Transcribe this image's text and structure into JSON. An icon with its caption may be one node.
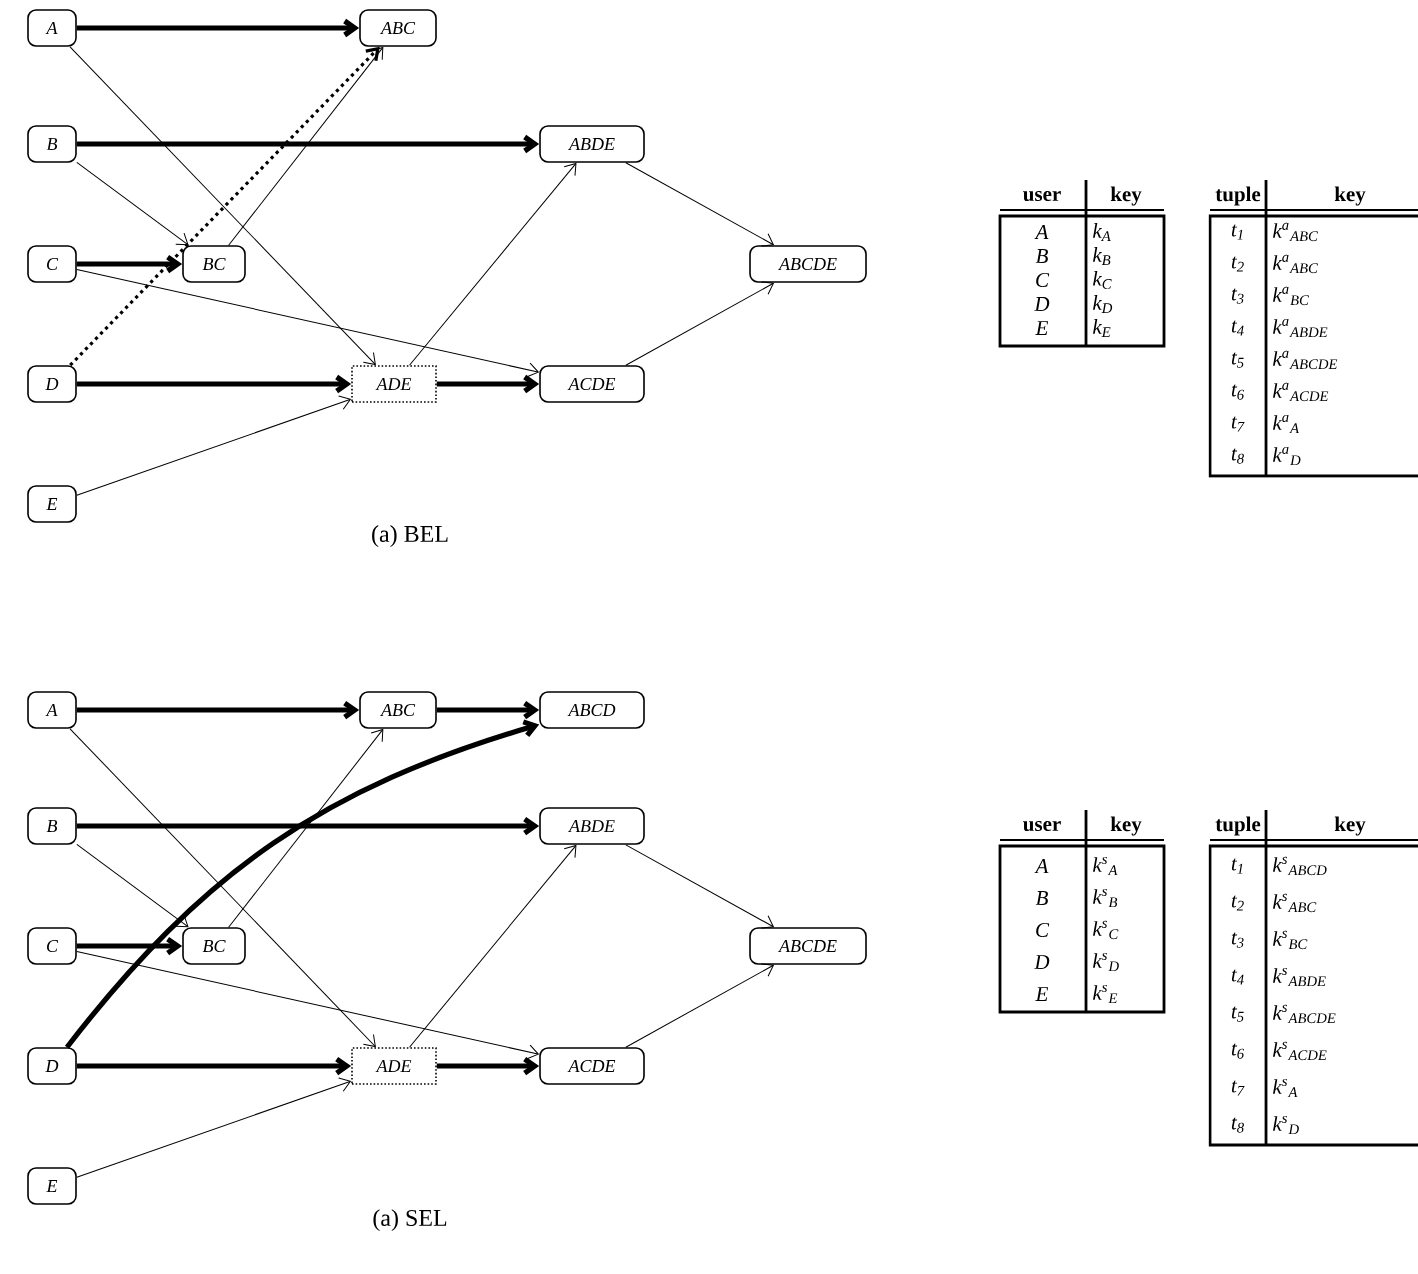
{
  "diagram": {
    "nodes": [
      {
        "text": [
          "A"
        ]
      },
      {
        "text": [
          "ABC"
        ]
      },
      {
        "text": [
          "B"
        ]
      },
      {
        "text": [
          "ABDE"
        ]
      },
      {
        "text": [
          "C"
        ]
      },
      {
        "text": [
          "BC"
        ]
      },
      {
        "text": [
          "ABCDE"
        ]
      },
      {
        "text": [
          "D"
        ]
      },
      {
        "text": [
          "ADE"
        ]
      },
      {
        "text": [
          "ACDE"
        ]
      },
      {
        "text": [
          "E"
        ]
      },
      {
        "text": [
          "A"
        ]
      },
      {
        "text": [
          "ABC"
        ]
      },
      {
        "text": [
          "ABCD"
        ]
      },
      {
        "text": [
          "B"
        ]
      },
      {
        "text": [
          "ABDE"
        ]
      },
      {
        "text": [
          "C"
        ]
      },
      {
        "text": [
          "BC"
        ]
      },
      {
        "text": [
          "ABCDE"
        ]
      },
      {
        "text": [
          "D"
        ]
      },
      {
        "text": [
          "ADE"
        ]
      },
      {
        "text": [
          "ACDE"
        ]
      },
      {
        "text": [
          "E"
        ]
      }
    ],
    "edges": [
      {
        "from": 0,
        "to": 1,
        "arrow": "to",
        "style": "thick"
      },
      {
        "from": 0,
        "to": 8,
        "arrow": "to"
      },
      {
        "from": 7,
        "to": 1,
        "arrow": "to",
        "style": "dashed"
      },
      {
        "from": 2,
        "to": 3,
        "arrow": "to",
        "style": "thick"
      },
      {
        "from": 2,
        "to": 5,
        "arrow": "to"
      },
      {
        "from": 4,
        "to": 5,
        "arrow": "to",
        "style": "thick"
      },
      {
        "from": 5,
        "to": 1,
        "arrow": "to"
      },
      {
        "from": 4,
        "to": 9,
        "arrow": "to"
      },
      {
        "from": 7,
        "to": 8,
        "arrow": "to",
        "style": "thick"
      },
      {
        "from": 10,
        "to": 8,
        "arrow": "to"
      },
      {
        "from": 8,
        "to": 3,
        "arrow": "to"
      },
      {
        "from": 8,
        "to": 9,
        "arrow": "to",
        "style": "thick"
      },
      {
        "from": 3,
        "to": 6,
        "arrow": "to"
      },
      {
        "from": 9,
        "to": 6,
        "arrow": "to"
      },
      {
        "from": 11,
        "to": 12,
        "arrow": "to",
        "style": "thick"
      },
      {
        "from": 12,
        "to": 13,
        "arrow": "to",
        "style": "thick"
      },
      {
        "from": 11,
        "to": 20,
        "arrow": "to"
      },
      {
        "from": 14,
        "to": 15,
        "arrow": "to",
        "style": "thick"
      },
      {
        "from": 14,
        "to": 17,
        "arrow": "to"
      },
      {
        "from": 16,
        "to": 17,
        "arrow": "to",
        "style": "thick"
      },
      {
        "from": 17,
        "to": 12,
        "arrow": "to"
      },
      {
        "from": 16,
        "to": 21,
        "arrow": "to"
      },
      {
        "from": 19,
        "to": 13,
        "arrow": "to",
        "style": "thick"
      },
      {
        "from": 19,
        "to": 20,
        "arrow": "to",
        "style": "thick"
      },
      {
        "from": 22,
        "to": 20,
        "arrow": "to"
      },
      {
        "from": 20,
        "to": 15,
        "arrow": "to"
      },
      {
        "from": 20,
        "to": 21,
        "arrow": "to",
        "style": "thick"
      },
      {
        "from": 15,
        "to": 18,
        "arrow": "to"
      },
      {
        "from": 21,
        "to": 18,
        "arrow": "to"
      }
    ],
    "labels": [
      "user",
      "key",
      "A",
      "k$_{A}$",
      "B",
      "k$_{B}$",
      "C",
      "k$_{C}$",
      "D",
      "k$_{D}$",
      "E",
      "k$_{E}$",
      "tuple",
      "key",
      "t$_{1}$",
      "k$^{a}$$_{ABC}$",
      "t$_{2}$",
      "k$^{a}$$_{ABC}$",
      "t$_{3}$",
      "k$^{a}$$_{BC}$",
      "t$_{4}$",
      "k$^{a}$$_{ABDE}$",
      "t$_{5}$",
      "k$^{a}$$_{ABCDE}$",
      "t$_{6}$",
      "k$^{a}$$_{ACDE}$",
      "t$_{7}$",
      "k$^{a}$$_{A}$",
      "t$_{8}$",
      "k$^{a}$$_{D}$",
      "(a) BEL",
      "user",
      "key",
      "A",
      "k$^{s}$$_{A}$",
      "B",
      "k$^{s}$$_{B}$",
      "C",
      "k$^{s}$$_{C}$",
      "D",
      "k$^{s}$$_{D}$",
      "E",
      "k$^{s}$$_{E}$",
      "tuple",
      "key",
      "t$_{1}$",
      "k$^{s}$$_{ABCD}$",
      "t$_{2}$",
      "k$^{s}$$_{ABC}$",
      "t$_{3}$",
      "k$^{s}$$_{BC}$",
      "t$_{4}$",
      "k$^{s}$$_{ABDE}$",
      "t$_{5}$",
      "k$^{s}$$_{ABCDE}$",
      "t$_{6}$",
      "k$^{s}$$_{ACDE}$",
      "t$_{7}$",
      "k$^{s}$$_{A}$",
      "t$_{8}$",
      "k$^{s}$$_{D}$",
      "(a) SEL"
    ]
  }
}
